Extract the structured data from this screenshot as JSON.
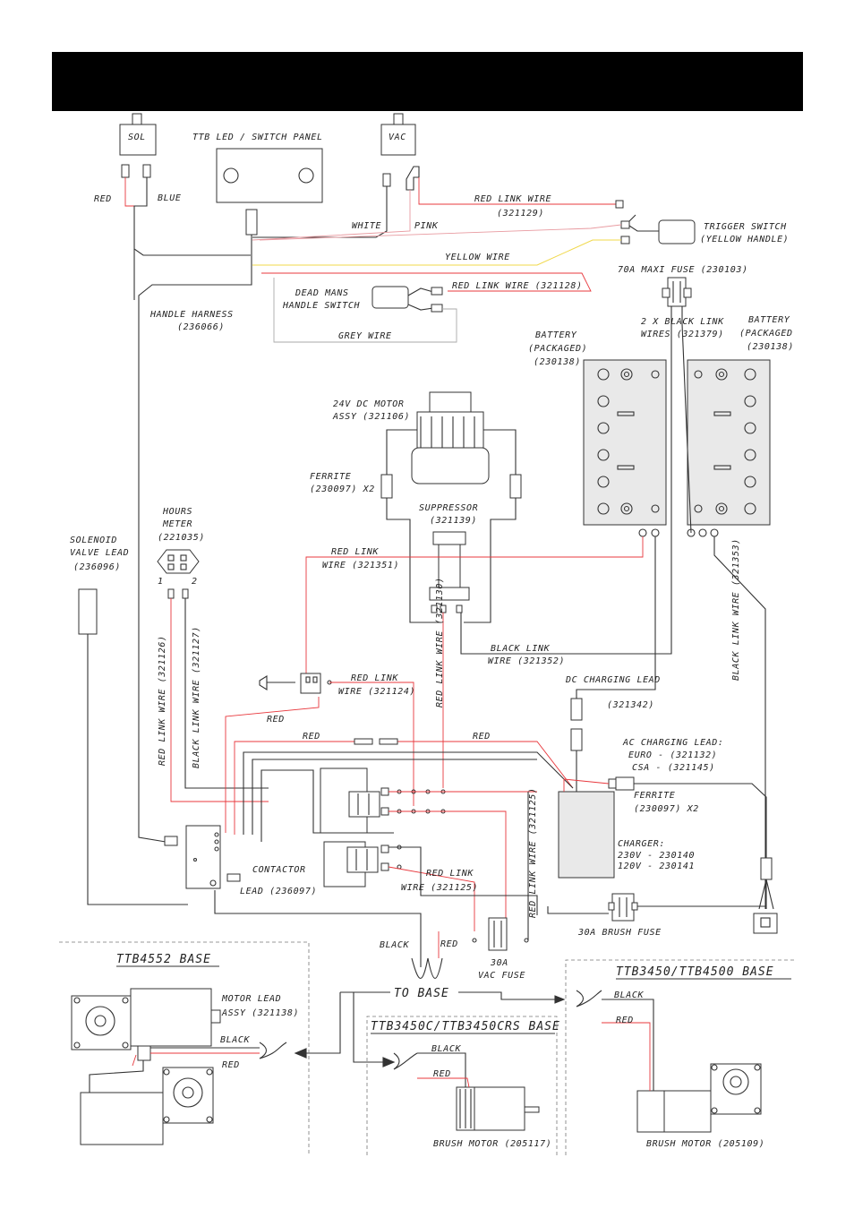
{
  "diagram": {
    "header_colors": {
      "bar": "#000000",
      "red_wire": "#e8383d",
      "yellow_wire": "#f0d84a",
      "grey_wire": "#aaaaaa"
    },
    "labels": {
      "sol": "SOL",
      "vac": "VAC",
      "led_panel": "TTB LED / SWITCH PANEL",
      "red": "RED",
      "blue": "BLUE",
      "white": "WHITE",
      "pink": "PINK",
      "red_link_321129_a": "RED LINK WIRE",
      "red_link_321129_b": "(321129)",
      "trigger_a": "TRIGGER SWITCH",
      "trigger_b": "(YELLOW HANDLE)",
      "yellow_wire": "YELLOW WIRE",
      "maxi_fuse": "70A MAXI FUSE (230103)",
      "red_link_321128": "RED LINK WIRE (321128)",
      "dead_mans_a": "DEAD MANS",
      "dead_mans_b": "HANDLE SWITCH",
      "handle_harness_a": "HANDLE HARNESS",
      "handle_harness_b": "(236066)",
      "grey_wire": "GREY WIRE",
      "black_link_a": "2 X BLACK LINK",
      "black_link_b": "WIRES (321379)",
      "battery_l_a": "BATTERY",
      "battery_l_b": "(PACKAGED)",
      "battery_l_c": "(230138)",
      "battery_r_a": "BATTERY",
      "battery_r_b": "(PACKAGED",
      "battery_r_c": "(230138)",
      "motor_a": "24V DC MOTOR",
      "motor_b": "ASSY (321106)",
      "ferrite_top_a": "FERRITE",
      "ferrite_top_b": "(230097) X2",
      "suppressor_a": "SUPPRESSOR",
      "suppressor_b": "(321139)",
      "hours_a": "HOURS",
      "hours_b": "METER",
      "hours_c": "(221035)",
      "hours_pin1": "1",
      "hours_pin2": "2",
      "solenoid_a": "SOLENOID",
      "solenoid_b": "VALVE LEAD",
      "solenoid_c": "(236096)",
      "red_link_321351_a": "RED LINK",
      "red_link_321351_b": "WIRE (321351)",
      "red_link_321126": "RED LINK WIRE (321126)",
      "black_link_321127": "BLACK LINK WIRE (321127)",
      "red_link_321130": "RED LINK WIRE (321130)",
      "black_link_321352_a": "BLACK LINK",
      "black_link_321352_b": "WIRE (321352)",
      "black_link_321353": "BLACK LINK WIRE (321353)",
      "red_link_321124_a": "RED LINK",
      "red_link_321124_b": "WIRE (321124)",
      "dc_charging": "DC CHARGING LEAD",
      "dc_charging_num": "(321342)",
      "red_1": "RED",
      "red_2": "RED",
      "red_3": "RED",
      "ac_charging_a": "AC CHARGING LEAD:",
      "ac_charging_b": "EURO - (321132)",
      "ac_charging_c": "CSA - (321145)",
      "ferrite_bot_a": "FERRITE",
      "ferrite_bot_b": "(230097) X2",
      "charger_a": "CHARGER:",
      "charger_b": "230V - 230140",
      "charger_c": "120V - 230141",
      "contactor_a": "CONTACTOR",
      "contactor_b": "LEAD (236097)",
      "red_link_321125_a": "RED LINK",
      "red_link_321125_b": "WIRE (321125)",
      "red_link_321125_vert": "RED LINK WIRE (321125)",
      "vac_fuse_a": "30A",
      "vac_fuse_b": "VAC FUSE",
      "brush_fuse": "30A BRUSH FUSE",
      "black_to_base": "BLACK",
      "red_to_base": "RED",
      "to_base": "TO BASE",
      "ttb4552": "TTB4552 BASE",
      "motor_lead_a": "MOTOR LEAD",
      "motor_lead_b": "ASSY (321138)",
      "black_4552": "BLACK",
      "red_4552": "RED",
      "ttb3450c": "TTB3450C/TTB3450CRS BASE",
      "black_3450c": "BLACK",
      "red_3450c": "RED",
      "brush_205117": "BRUSH MOTOR (205117)",
      "ttb3450": "TTB3450/TTB4500  BASE",
      "black_3450": "BLACK",
      "red_3450": "RED",
      "brush_205109": "BRUSH MOTOR (205109)"
    }
  }
}
